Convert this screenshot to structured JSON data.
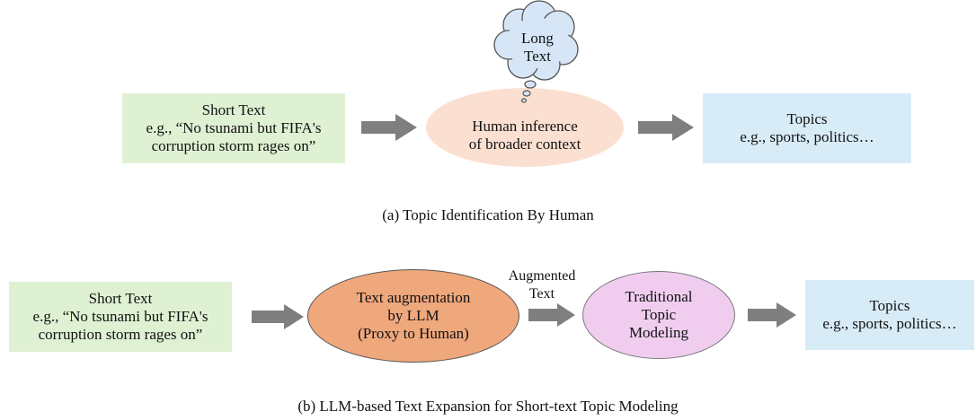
{
  "panel_a": {
    "short_text": {
      "line1": "Short Text",
      "line2": "e.g., “No tsunami but FIFA's",
      "line3": "corruption storm rages on”"
    },
    "inference": {
      "line1": "Human inference",
      "line2": "of broader context"
    },
    "thought_cloud": {
      "line1": "Long",
      "line2": "Text"
    },
    "topics": {
      "line1": "Topics",
      "line2": "e.g., sports, politics…"
    },
    "caption": "(a) Topic Identification By Human"
  },
  "panel_b": {
    "short_text": {
      "line1": "Short Text",
      "line2": "e.g., “No tsunami but FIFA's",
      "line3": "corruption storm rages on”"
    },
    "augmentation": {
      "line1": "Text augmentation",
      "line2": "by LLM",
      "line3": "(Proxy to Human)"
    },
    "augmented_label": {
      "line1": "Augmented",
      "line2": "Text"
    },
    "topic_modeling": {
      "line1": "Traditional",
      "line2": "Topic",
      "line3": "Modeling"
    },
    "topics": {
      "line1": "Topics",
      "line2": "e.g., sports, politics…"
    },
    "caption": "(b) LLM-based Text Expansion for Short-text Topic Modeling"
  },
  "colors": {
    "short_text_fill": "#dff1d3",
    "topics_fill": "#d8ecf8",
    "human_inference_fill": "#fbe0d1",
    "llm_fill": "#efa77c",
    "topic_modeling_fill": "#f0cdef",
    "cloud_fill": "#d6e6f7",
    "arrow_fill": "#7f7f7f"
  }
}
